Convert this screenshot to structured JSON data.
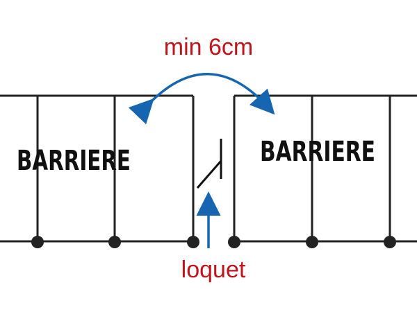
{
  "labels": {
    "gap": "min 6cm",
    "latch": "loquet",
    "barrier_left": "BARRIERE",
    "barrier_right": "BARRIERE"
  },
  "colors": {
    "frame": "#222222",
    "arrow": "#1565b0",
    "text_accent": "#c0141c",
    "text_dark": "#111111"
  }
}
